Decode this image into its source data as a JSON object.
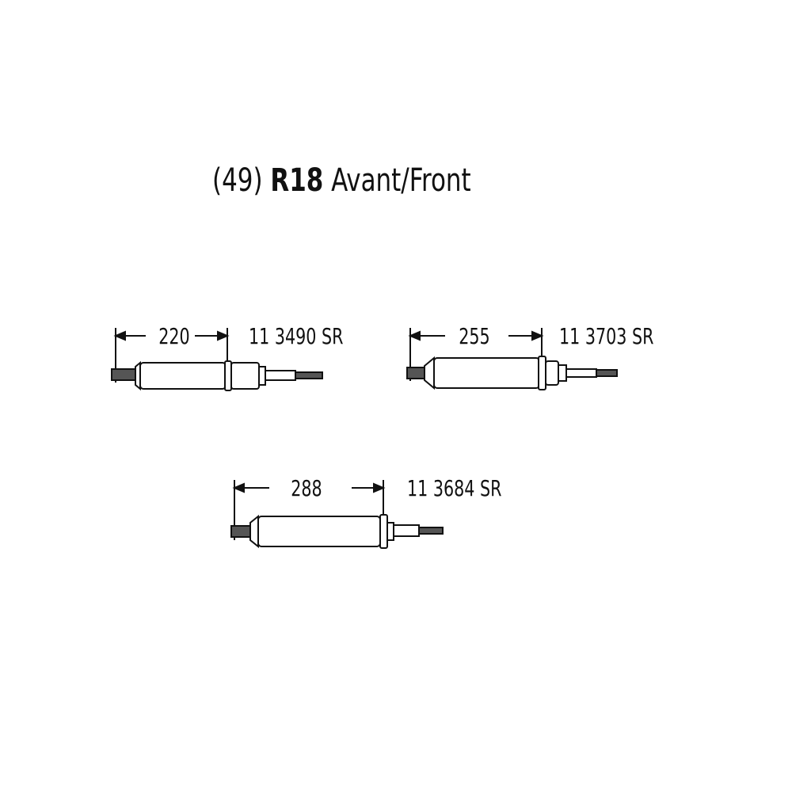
{
  "title": {
    "prefix": "(49)",
    "model": "R18",
    "suffix": "Avant/Front"
  },
  "parts": [
    {
      "dimension": "220",
      "reference": "11 3490 SR"
    },
    {
      "dimension": "255",
      "reference": "11 3703 SR"
    },
    {
      "dimension": "288",
      "reference": "11 3684 SR"
    }
  ]
}
